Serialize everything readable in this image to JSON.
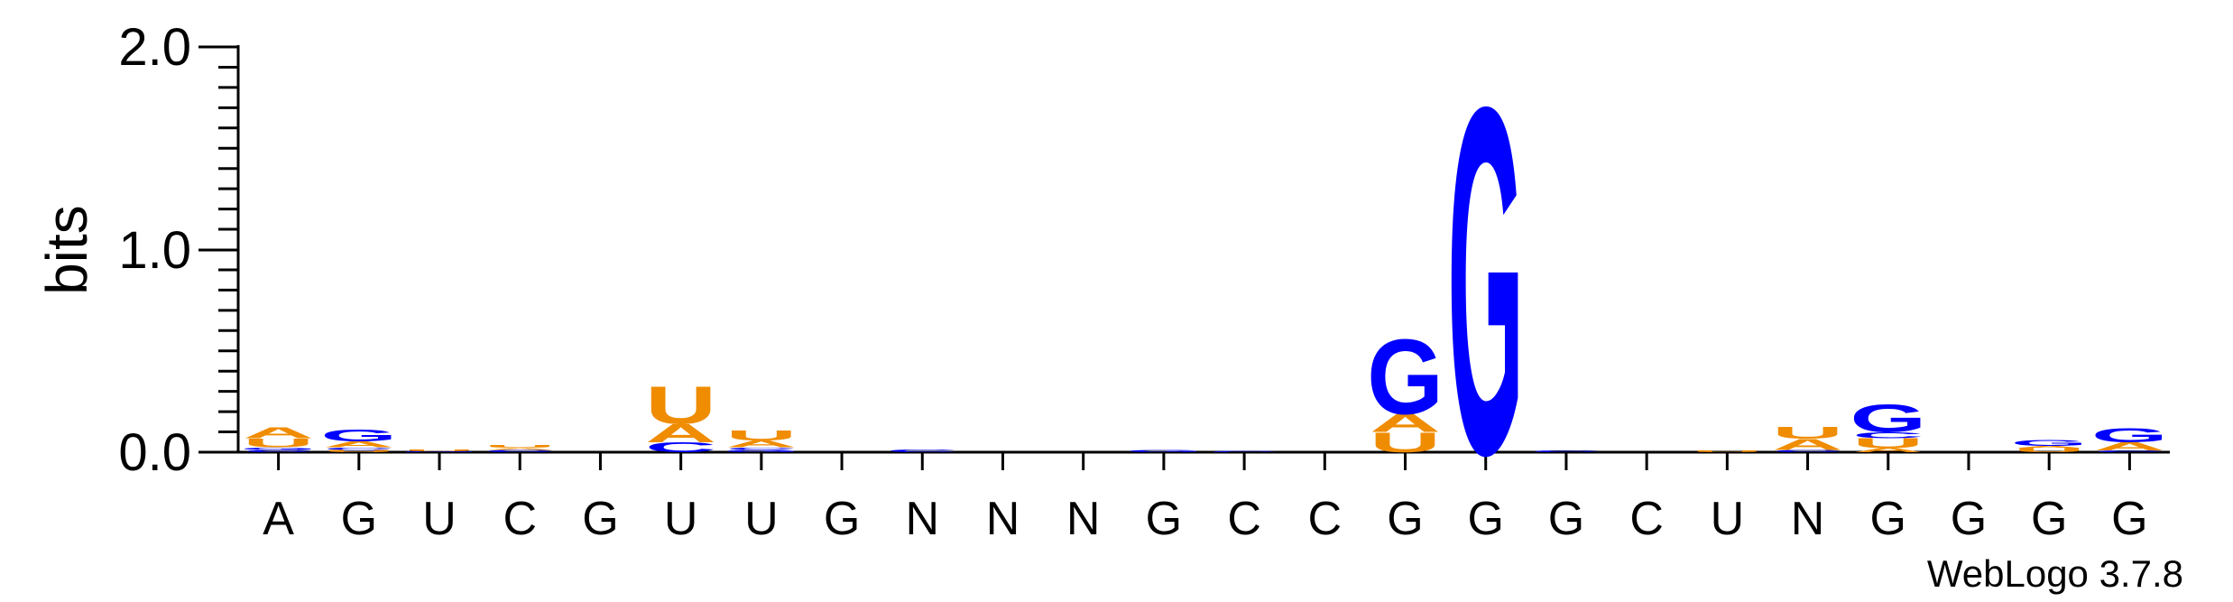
{
  "chart_data": {
    "type": "sequence-logo",
    "ylabel": "bits",
    "ylim": [
      0,
      2.0
    ],
    "yticks": [
      "0.0",
      "1.0",
      "2.0"
    ],
    "xlabels": [
      "A",
      "G",
      "U",
      "C",
      "G",
      "U",
      "U",
      "G",
      "N",
      "N",
      "N",
      "G",
      "C",
      "C",
      "G",
      "G",
      "G",
      "C",
      "U",
      "N",
      "G",
      "G",
      "G",
      "G"
    ],
    "colors": {
      "A": "#f08c00",
      "U": "#f08c00",
      "G": "#0000ff",
      "C": "#0000ff"
    },
    "positions": [
      [
        {
          "b": "C",
          "h": 0.012
        },
        {
          "b": "G",
          "h": 0.012
        },
        {
          "b": "U",
          "h": 0.045
        },
        {
          "b": "A",
          "h": 0.055
        }
      ],
      [
        {
          "b": "U",
          "h": 0.012
        },
        {
          "b": "C",
          "h": 0.012
        },
        {
          "b": "A",
          "h": 0.03
        },
        {
          "b": "G",
          "h": 0.06
        }
      ],
      [
        {
          "b": "G",
          "h": 0.005
        },
        {
          "b": "U",
          "h": 0.008
        }
      ],
      [
        {
          "b": "C",
          "h": 0.012
        },
        {
          "b": "A",
          "h": 0.01
        },
        {
          "b": "U",
          "h": 0.015
        }
      ],
      [],
      [
        {
          "b": "C",
          "h": 0.05
        },
        {
          "b": "A",
          "h": 0.09
        },
        {
          "b": "U",
          "h": 0.19
        }
      ],
      [
        {
          "b": "G",
          "h": 0.012
        },
        {
          "b": "C",
          "h": 0.012
        },
        {
          "b": "A",
          "h": 0.035
        },
        {
          "b": "U",
          "h": 0.05
        }
      ],
      [],
      [
        {
          "b": "C",
          "h": 0.015
        }
      ],
      [],
      [],
      [
        {
          "b": "G",
          "h": 0.012
        }
      ],
      [
        {
          "b": "C",
          "h": 0.006
        }
      ],
      [],
      [
        {
          "b": "U",
          "h": 0.1
        },
        {
          "b": "A",
          "h": 0.09
        },
        {
          "b": "G",
          "h": 0.38
        }
      ],
      [
        {
          "b": "G",
          "h": 1.75
        }
      ],
      [
        {
          "b": "C",
          "h": 0.008
        }
      ],
      [],
      [
        {
          "b": "U",
          "h": 0.008
        }
      ],
      [
        {
          "b": "C",
          "h": 0.012
        },
        {
          "b": "A",
          "h": 0.055
        },
        {
          "b": "U",
          "h": 0.06
        }
      ],
      [
        {
          "b": "A",
          "h": 0.02
        },
        {
          "b": "U",
          "h": 0.05
        },
        {
          "b": "C",
          "h": 0.03
        },
        {
          "b": "G",
          "h": 0.14
        }
      ],
      [],
      [
        {
          "b": "U",
          "h": 0.02
        },
        {
          "b": "A",
          "h": 0.012
        },
        {
          "b": "G",
          "h": 0.03
        }
      ],
      [
        {
          "b": "C",
          "h": 0.01
        },
        {
          "b": "A",
          "h": 0.04
        },
        {
          "b": "G",
          "h": 0.07
        }
      ]
    ]
  },
  "footer": {
    "version_label": "WebLogo 3.7.8"
  }
}
